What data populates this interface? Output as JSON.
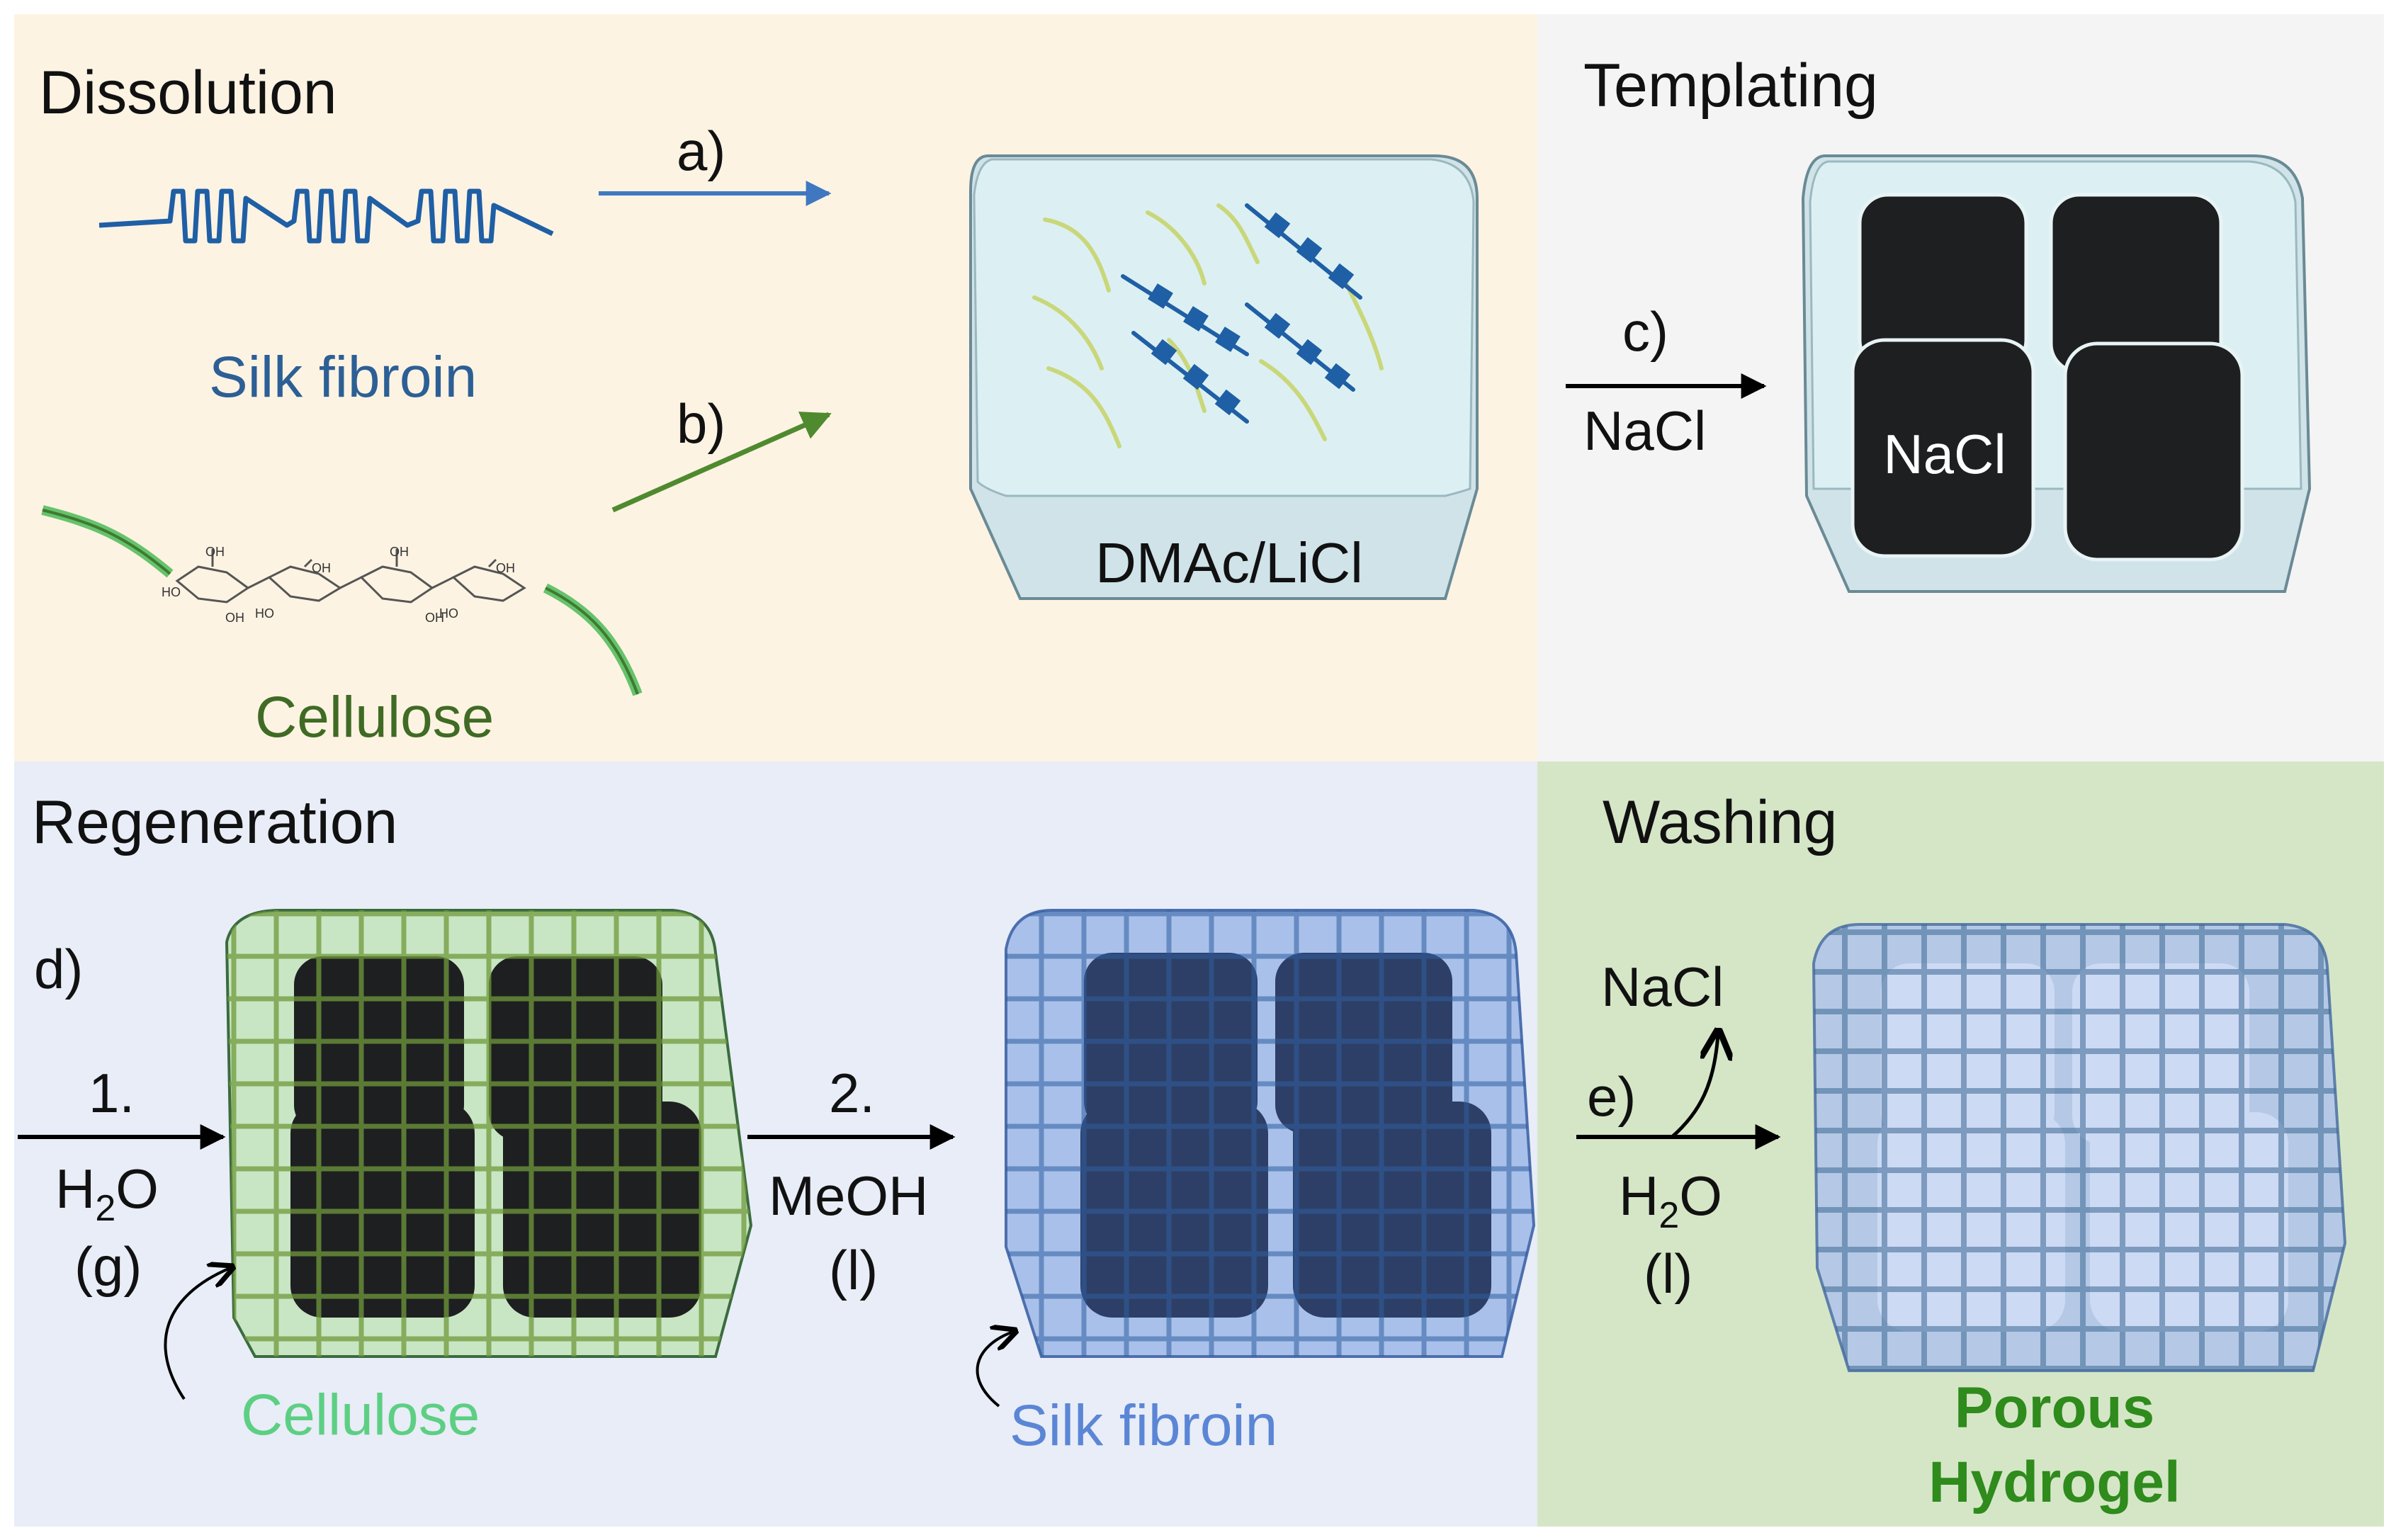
{
  "panels": {
    "dissolution": {
      "title": "Dissolution",
      "arrow_a": "a)",
      "arrow_b": "b)",
      "silk_label": "Silk fibroin",
      "cellulose_label": "Cellulose",
      "solvent_label": "DMAc/LiCl",
      "oh_label": "OH",
      "ho_label": "HO"
    },
    "templating": {
      "title": "Templating",
      "arrow_c": "c)",
      "arrow_reagent": "NaCl",
      "crystal_label": "NaCl"
    },
    "regeneration": {
      "title": "Regeneration",
      "step_d": "d)",
      "step1_num": "1.",
      "step1_reagent": "H",
      "step1_sub": "2",
      "step1_reagent_tail": "O",
      "step1_phase": "(g)",
      "step2_num": "2.",
      "step2_reagent": "MeOH",
      "step2_phase": "(l)",
      "cellulose_label": "Cellulose",
      "silk_label": "Silk fibroin"
    },
    "washing": {
      "title": "Washing",
      "step_e": "e)",
      "removed": "NaCl",
      "reagent": "H",
      "reagent_sub": "2",
      "reagent_tail": "O",
      "phase": "(l)",
      "product_line1": "Porous",
      "product_line2": "Hydrogel"
    }
  },
  "colors": {
    "dissolution_bg": "#fdf3e3",
    "templating_bg": "#f4f4f4",
    "regeneration_bg": "#e8edf7",
    "washing_bg": "#d5e6c7",
    "silk_blue": "#1f5fa5",
    "cellulose_green": "#4f8a2f",
    "cellulose_light": "#5dcf83",
    "silk_label_blue": "#5b86d6",
    "hydrogel_green": "#2e8b1c",
    "solution_fill": "#d8ecef",
    "crystal": "#1e1f21"
  }
}
